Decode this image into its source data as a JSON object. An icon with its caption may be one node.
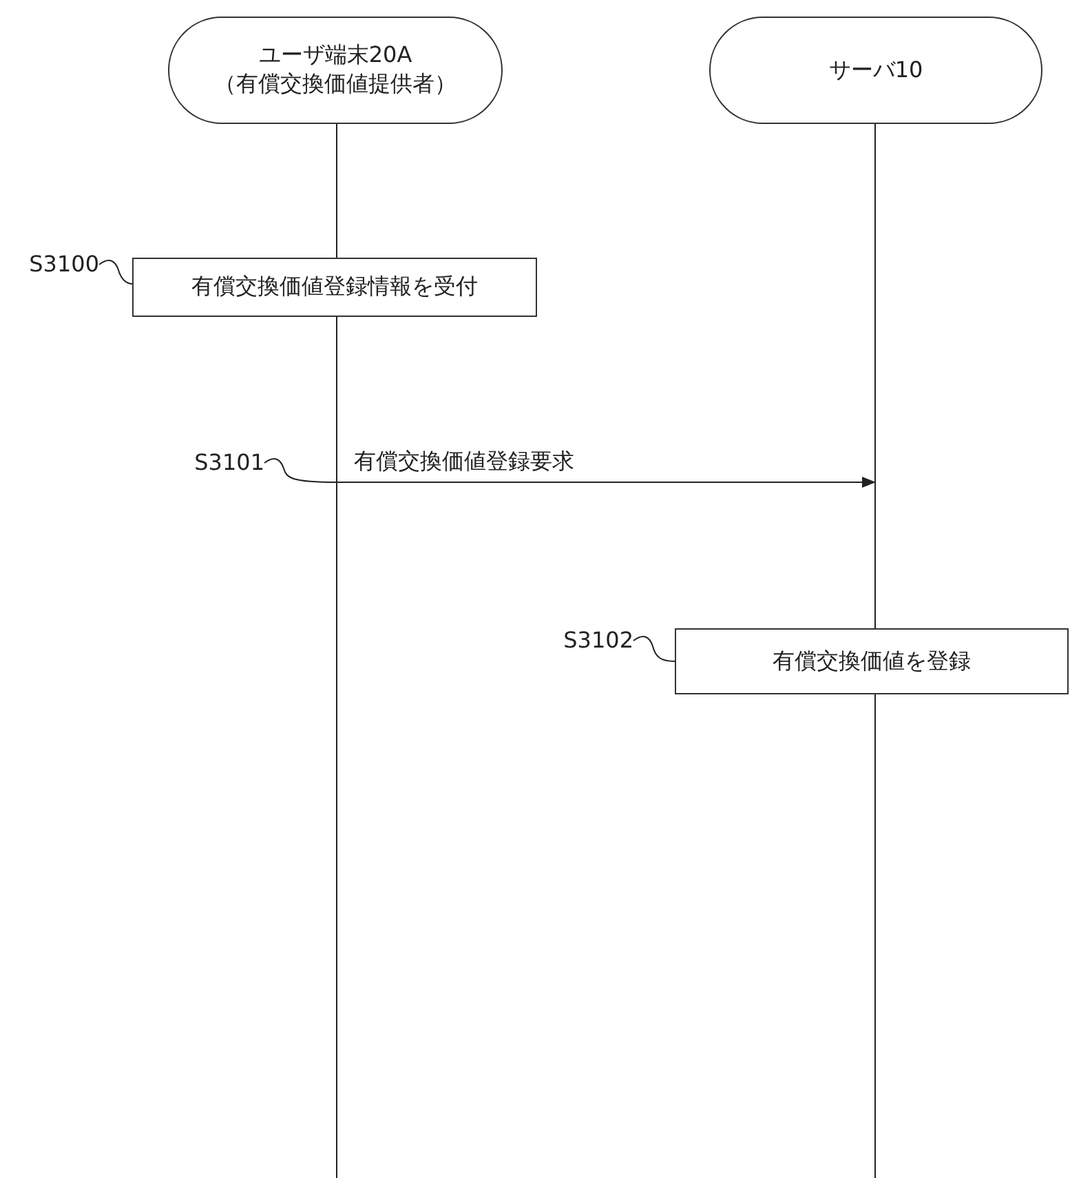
{
  "diagram": {
    "nodes": [
      {
        "text": [
          "ユーザ端末20A （有償交換価値提供者）"
        ]
      },
      {
        "text": [
          "サーバ10"
        ]
      },
      {
        "text": [
          "S3100"
        ]
      },
      {
        "text": [
          "有償交換価値登録情報を受付"
        ]
      },
      {
        "text": [
          "S3101"
        ]
      },
      {
        "text": [
          "S3102"
        ]
      },
      {
        "text": [
          "有償交換価値を登録"
        ]
      },
      {
        "text": [],
        "shape": "line"
      },
      {
        "text": [],
        "shape": "line"
      }
    ],
    "edges": [
      {
        "from": 7,
        "to": 8,
        "arrow": "to",
        "label": "有償交換価値登録要求"
      },
      {
        "from": 2,
        "to": 3,
        "arrow": "none"
      },
      {
        "from": 4,
        "to": 7,
        "arrow": "none"
      },
      {
        "from": 5,
        "to": 6,
        "arrow": "none"
      }
    ]
  }
}
